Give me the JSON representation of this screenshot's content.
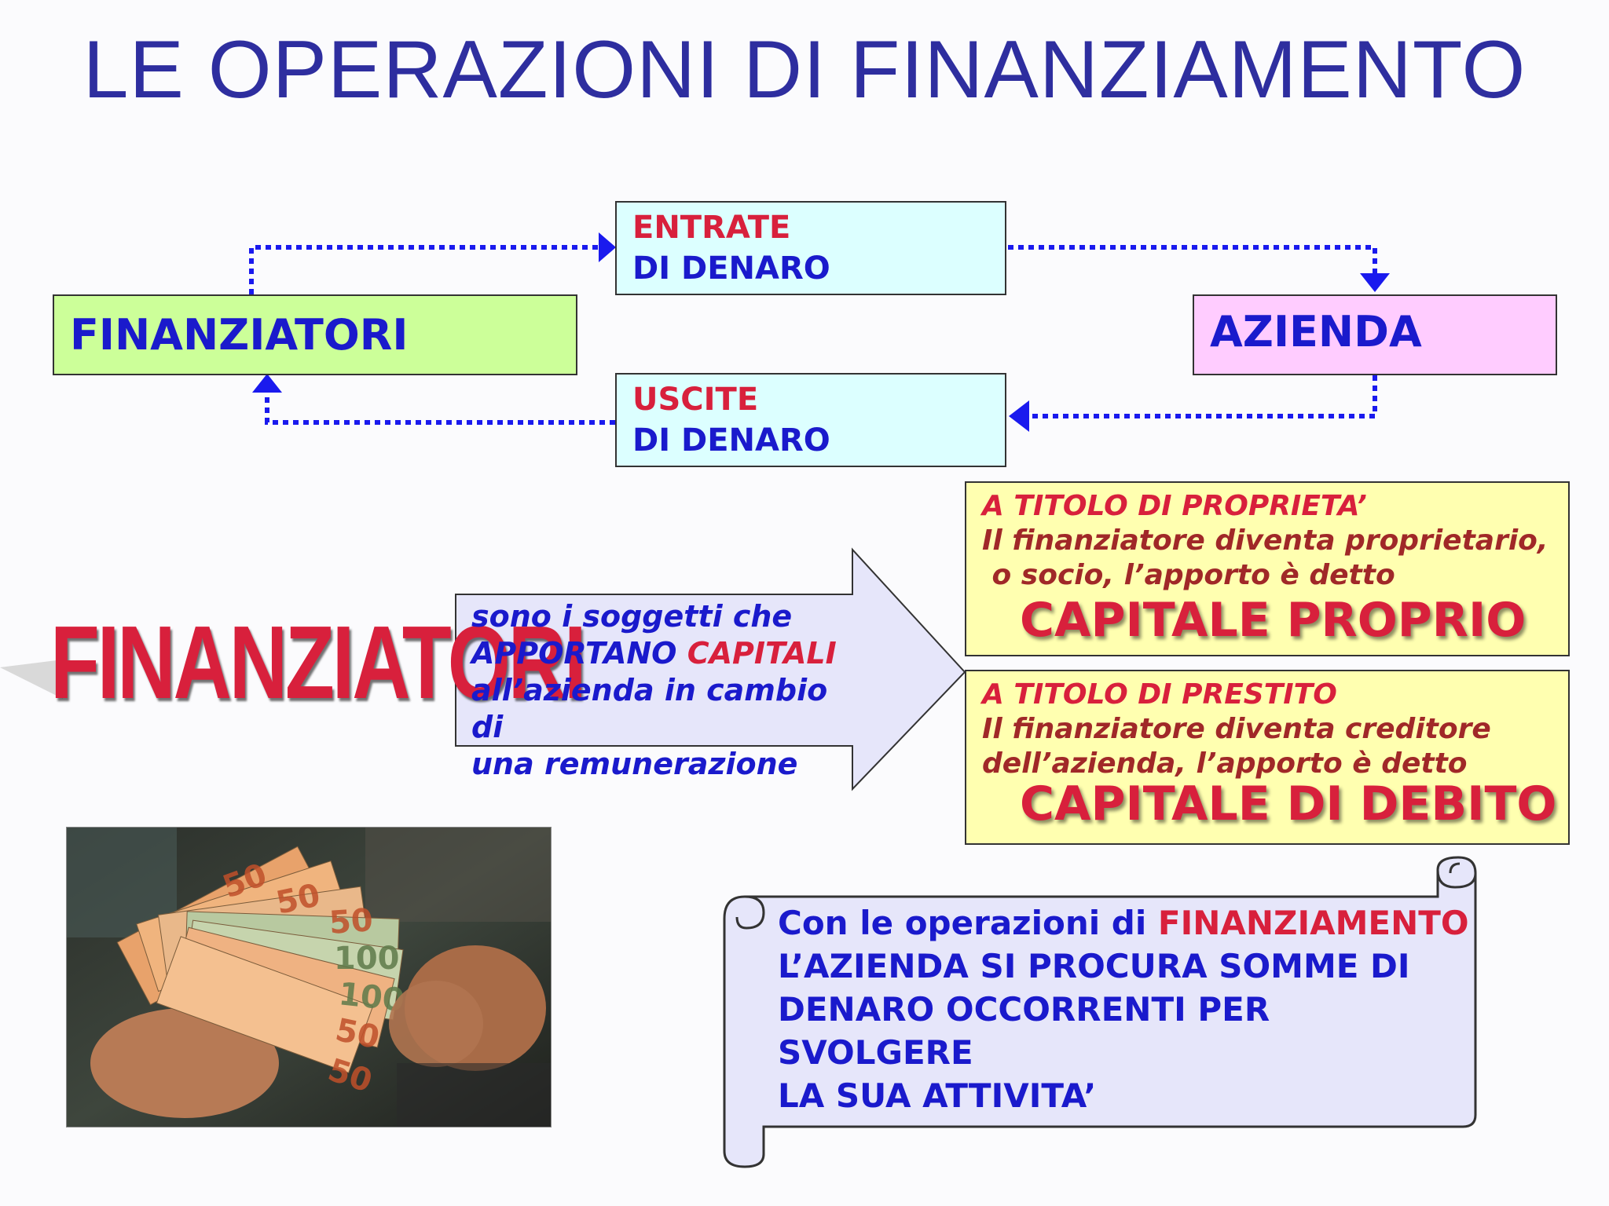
{
  "title": "LE OPERAZIONI DI FINANZIAMENTO",
  "flow": {
    "left_box": "FINANZIATORI",
    "right_box": "AZIENDA",
    "entrate_line1": "ENTRATE",
    "entrate_line2": "DI DENARO",
    "uscite_line1": "USCITE",
    "uscite_line2": "DI DENARO"
  },
  "definition": {
    "heading": "FINANZIATORI",
    "line1": "sono i soggetti che",
    "line2_a": "APPORTANO ",
    "line2_b": "CAPITALI",
    "line3": "all’azienda in cambio di",
    "line4": "una remunerazione"
  },
  "proprio": {
    "heading": "A TITOLO DI PROPRIETA’",
    "desc1": "Il finanziatore diventa proprietario,",
    "desc2": " o socio, l’apporto è detto",
    "big": "CAPITALE PROPRIO"
  },
  "debito": {
    "heading": "A TITOLO DI PRESTITO",
    "desc1": "Il finanziatore diventa creditore",
    "desc2": "dell’azienda, l’apporto è detto",
    "big": "CAPITALE DI DEBITO"
  },
  "scroll": {
    "line1_a": "Con le operazioni di ",
    "line1_b": "FINANZIAMENTO",
    "line2": "L’AZIENDA SI PROCURA SOMME DI",
    "line3": "DENARO OCCORRENTI PER SVOLGERE",
    "line4": "LA SUA ATTIVITA’"
  },
  "photo": {
    "note_labels": [
      "50",
      "50",
      "50",
      "100",
      "100",
      "50",
      "50"
    ]
  },
  "colors": {
    "title": "#2e2e9f",
    "blue_text": "#1a1acc",
    "red_text": "#d8203c",
    "finanziatori_box": "#ccff99",
    "azienda_box": "#ffccff",
    "flow_box": "#dcffff",
    "capital_box": "#ffffb0",
    "arrow_fill": "#e6e6fa",
    "dotted_arrow": "#1a1aee"
  }
}
